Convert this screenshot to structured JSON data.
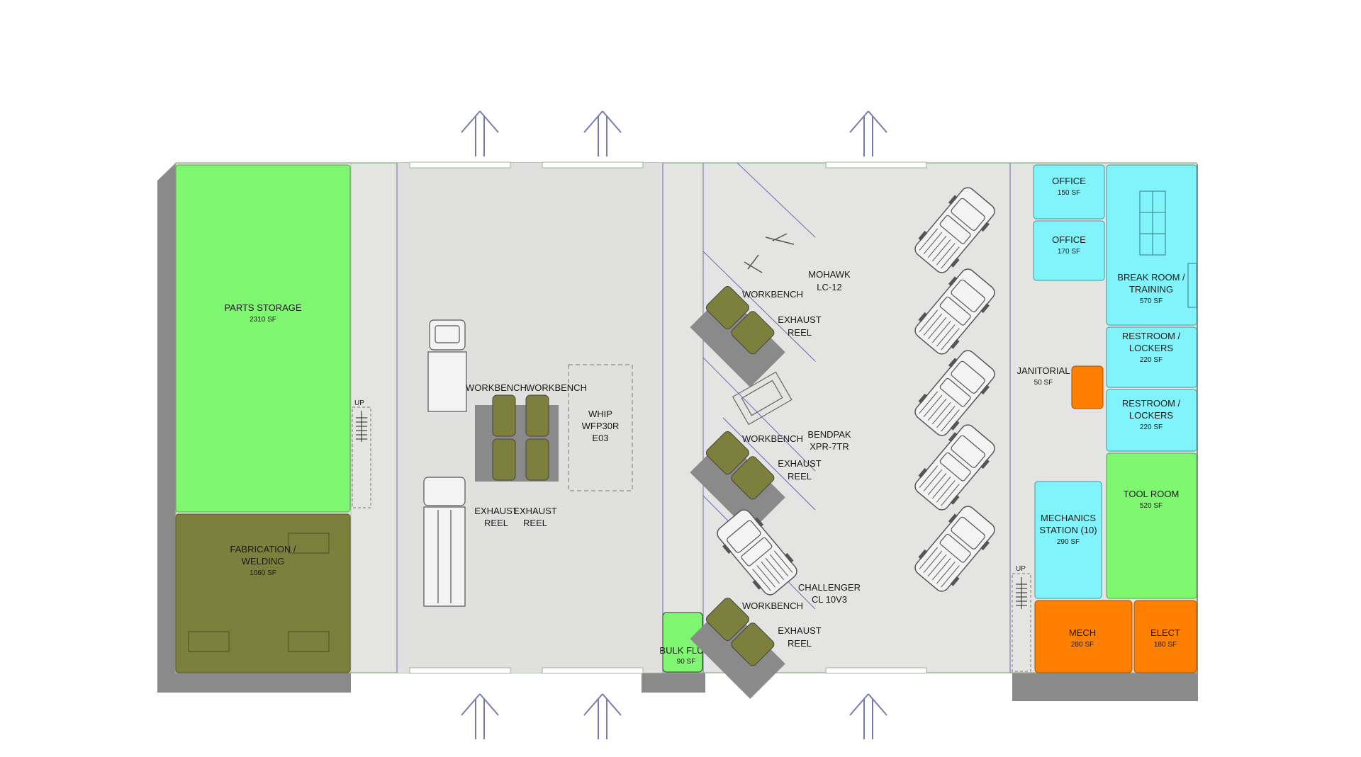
{
  "rooms": {
    "parts_storage": {
      "name": "PARTS STORAGE",
      "area": "2310 SF"
    },
    "fabrication": {
      "name1": "FABRICATION /",
      "name2": "WELDING",
      "area": "1060 SF"
    },
    "bulk_fluid": {
      "name": "BULK FLUID",
      "area": "90 SF"
    },
    "office_1": {
      "name": "OFFICE",
      "area": "150 SF"
    },
    "office_2": {
      "name": "OFFICE",
      "area": "170 SF"
    },
    "break_room": {
      "name1": "BREAK ROOM /",
      "name2": "TRAINING",
      "area": "570 SF"
    },
    "restroom_1": {
      "name1": "RESTROOM /",
      "name2": "LOCKERS",
      "area": "220 SF"
    },
    "restroom_2": {
      "name1": "RESTROOM /",
      "name2": "LOCKERS",
      "area": "220 SF"
    },
    "janitorial": {
      "name": "JANITORIAL",
      "area": "50 SF"
    },
    "tool_room": {
      "name": "TOOL ROOM",
      "area": "520 SF"
    },
    "mechanics_station": {
      "name1": "MECHANICS",
      "name2": "STATION (10)",
      "area": "290 SF"
    },
    "mech": {
      "name": "MECH",
      "area": "280 SF"
    },
    "elect": {
      "name": "ELECT",
      "area": "180 SF"
    }
  },
  "equipment": {
    "workbench": "WORKBENCH",
    "exhaust_reel_1": "EXHAUST",
    "exhaust_reel_2": "REEL",
    "whip": {
      "l1": "WHIP",
      "l2": "WFP30R",
      "l3": "E03"
    },
    "mohawk": {
      "l1": "MOHAWK",
      "l2": "LC-12"
    },
    "bendpak": {
      "l1": "BENDPAK",
      "l2": "XPR-7TR"
    },
    "challenger": {
      "l1": "CHALLENGER",
      "l2": "CL 10V3"
    }
  },
  "stairs": {
    "up": "UP"
  },
  "colors": {
    "green_room": "#80f770",
    "olive_room": "#7d7f3c",
    "cyan_room": "#80f4fa",
    "orange_room": "#ff8000",
    "floor": "#e4e4e2",
    "shadow": "#8a8a8a",
    "arrow": "#7a7ab0"
  }
}
